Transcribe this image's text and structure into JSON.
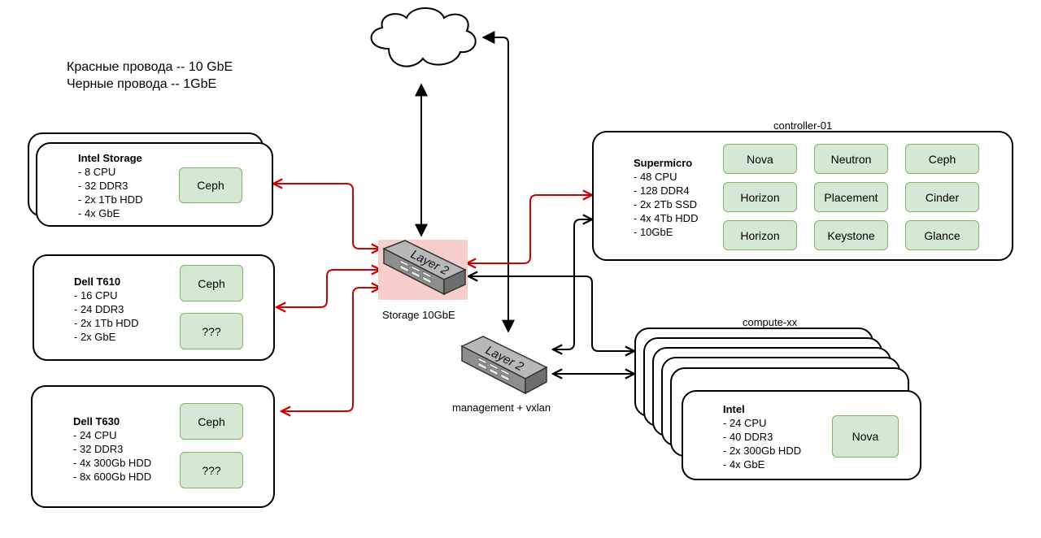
{
  "legend": {
    "red": "Красные провода -- 10 GbE",
    "black": "Черные провода -- 1GbE"
  },
  "colors": {
    "wire_10g": "#cc0000",
    "wire_1g": "#000000",
    "service_fill": "#d5e8d4",
    "service_border": "#82b366",
    "switch_highlight": "#f8cecc"
  },
  "switches": {
    "storage": {
      "icon_text": "Layer 2",
      "label": "Storage 10GbE"
    },
    "management": {
      "icon_text": "Layer 2",
      "label": "management + vxlan"
    }
  },
  "hosts": {
    "intel_storage": {
      "title": "Intel Storage",
      "specs": [
        "- 8 CPU",
        "- 32 DDR3",
        "- 2x 1Tb HDD",
        "- 4x GbE"
      ],
      "services": [
        "Ceph"
      ]
    },
    "dell_t610": {
      "title": "Dell T610",
      "specs": [
        "- 16 CPU",
        "- 24 DDR3",
        "- 2x 1Tb HDD",
        "- 2x GbE"
      ],
      "services": [
        "Ceph",
        "???"
      ]
    },
    "dell_t630": {
      "title": "Dell T630",
      "specs": [
        "- 24 CPU",
        "- 32 DDR3",
        "- 4x 300Gb HDD",
        "- 8x 600Gb HDD"
      ],
      "services": [
        "Ceph",
        "???"
      ]
    },
    "controller": {
      "name": "controller-01",
      "title": "Supermicro",
      "specs": [
        "- 48 CPU",
        "- 128 DDR4",
        "- 2x 2Tb SSD",
        "- 4x 4Tb HDD",
        "- 10GbE"
      ],
      "services": [
        "Nova",
        "Neutron",
        "Ceph",
        "Horizon",
        "Placement",
        "Cinder",
        "Horizon",
        "Keystone",
        "Glance"
      ]
    },
    "compute": {
      "name": "compute-xx",
      "title": "Intel",
      "specs": [
        "- 24 CPU",
        "- 40 DDR3",
        "- 2x 300Gb HDD",
        "- 4x GbE"
      ],
      "services": [
        "Nova"
      ]
    }
  },
  "icons": {
    "internet": "cloud-icon",
    "switch": "switch-icon"
  }
}
